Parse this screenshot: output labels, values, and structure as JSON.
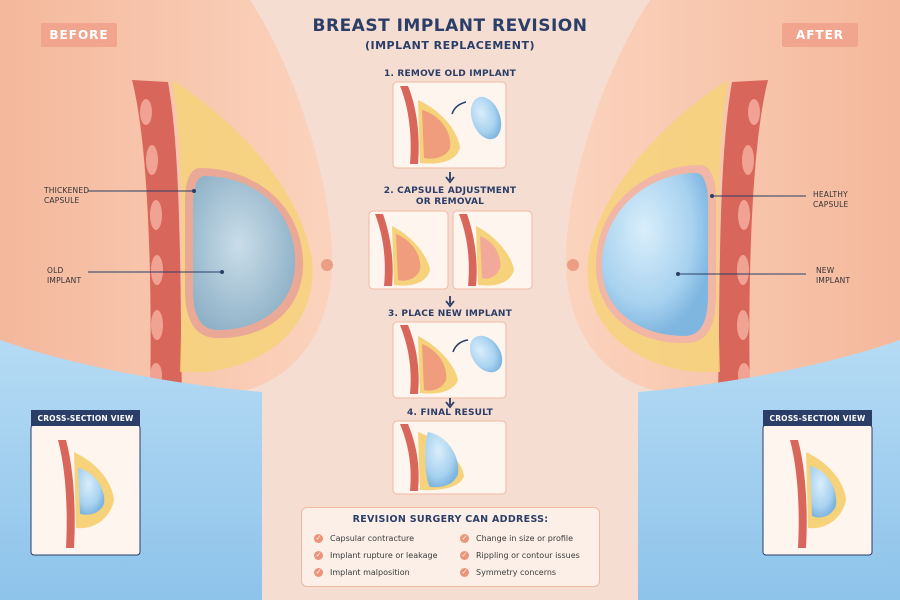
{
  "header": {
    "title": "BREAST IMPLANT REVISION",
    "subtitle": "(IMPLANT REPLACEMENT)"
  },
  "badges": {
    "before": "BEFORE",
    "after": "AFTER"
  },
  "steps": [
    {
      "label": "1. REMOVE OLD IMPLANT"
    },
    {
      "label_line1": "2. CAPSULE ADJUSTMENT",
      "label_line2": "OR REMOVAL"
    },
    {
      "label": "3. PLACE NEW IMPLANT"
    },
    {
      "label": "4. FINAL RESULT"
    }
  ],
  "callouts": {
    "before": [
      {
        "line1": "THICKENED",
        "line2": "CAPSULE"
      },
      {
        "line1": "OLD",
        "line2": "IMPLANT"
      }
    ],
    "after": [
      {
        "line1": "HEALTHY",
        "line2": "CAPSULE"
      },
      {
        "line1": "NEW",
        "line2": "IMPLANT"
      }
    ]
  },
  "cross_section_label": "CROSS-SECTION VIEW",
  "summary": {
    "title": "REVISION SURGERY CAN ADDRESS:",
    "left": [
      "Capsular contracture",
      "Implant rupture or leakage",
      "Implant malposition"
    ],
    "right": [
      "Change in size or profile",
      "Rippling or contour issues",
      "Symmetry concerns"
    ]
  },
  "colors": {
    "background": "#f6ddd2",
    "skin": "#f9c9ae",
    "drape": "#a9d3f0",
    "navy": "#2a3e67",
    "accent": "#f2a58e",
    "implant": "#b8daf0"
  }
}
